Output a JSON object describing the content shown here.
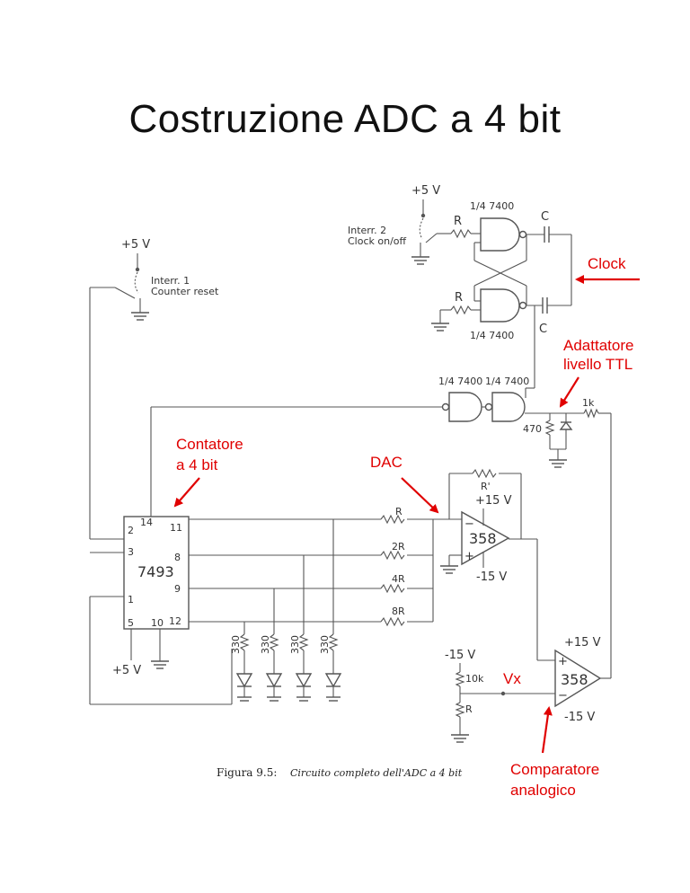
{
  "title": "Costruzione ADC a 4 bit",
  "labels": {
    "plus5v_top": "+5 V",
    "plus5v_left": "+5 V",
    "plus5v_bottom": "+5 V",
    "interr2": "Interr. 2",
    "clock_onoff": "Clock on/off",
    "interr1": "Interr. 1",
    "counter_reset": "Counter reset",
    "gate_7400": "1/4 7400",
    "r": "R",
    "c": "C",
    "k1": "1k",
    "r470": "470",
    "r_prime": "R'",
    "plus15v": "+15 V",
    "minus15v": "-15 V",
    "op358": "358",
    "chip7493": "7493",
    "pin14": "14",
    "pin11": "11",
    "pin2": "2",
    "pin3": "3",
    "pin8": "8",
    "pin9": "9",
    "pin1": "1",
    "pin5": "5",
    "pin10": "10",
    "pin12": "12",
    "r2": "2R",
    "r4": "4R",
    "r8": "8R",
    "r330": "330",
    "k10": "10k",
    "minus": "−",
    "plus": "+"
  },
  "annotations": {
    "clock": "Clock",
    "adattatore_1": "Adattatore",
    "adattatore_2": "livello TTL",
    "contatore_1": "Contatore",
    "contatore_2": "a 4 bit",
    "dac": "DAC",
    "vx": "Vx",
    "comparatore_1": "Comparatore",
    "comparatore_2": "analogico"
  },
  "caption": {
    "label": "Figura 9.5:",
    "text": "Circuito completo dell'ADC a 4 bit"
  },
  "colors": {
    "annotation": "#e00000",
    "wire": "#555555"
  }
}
